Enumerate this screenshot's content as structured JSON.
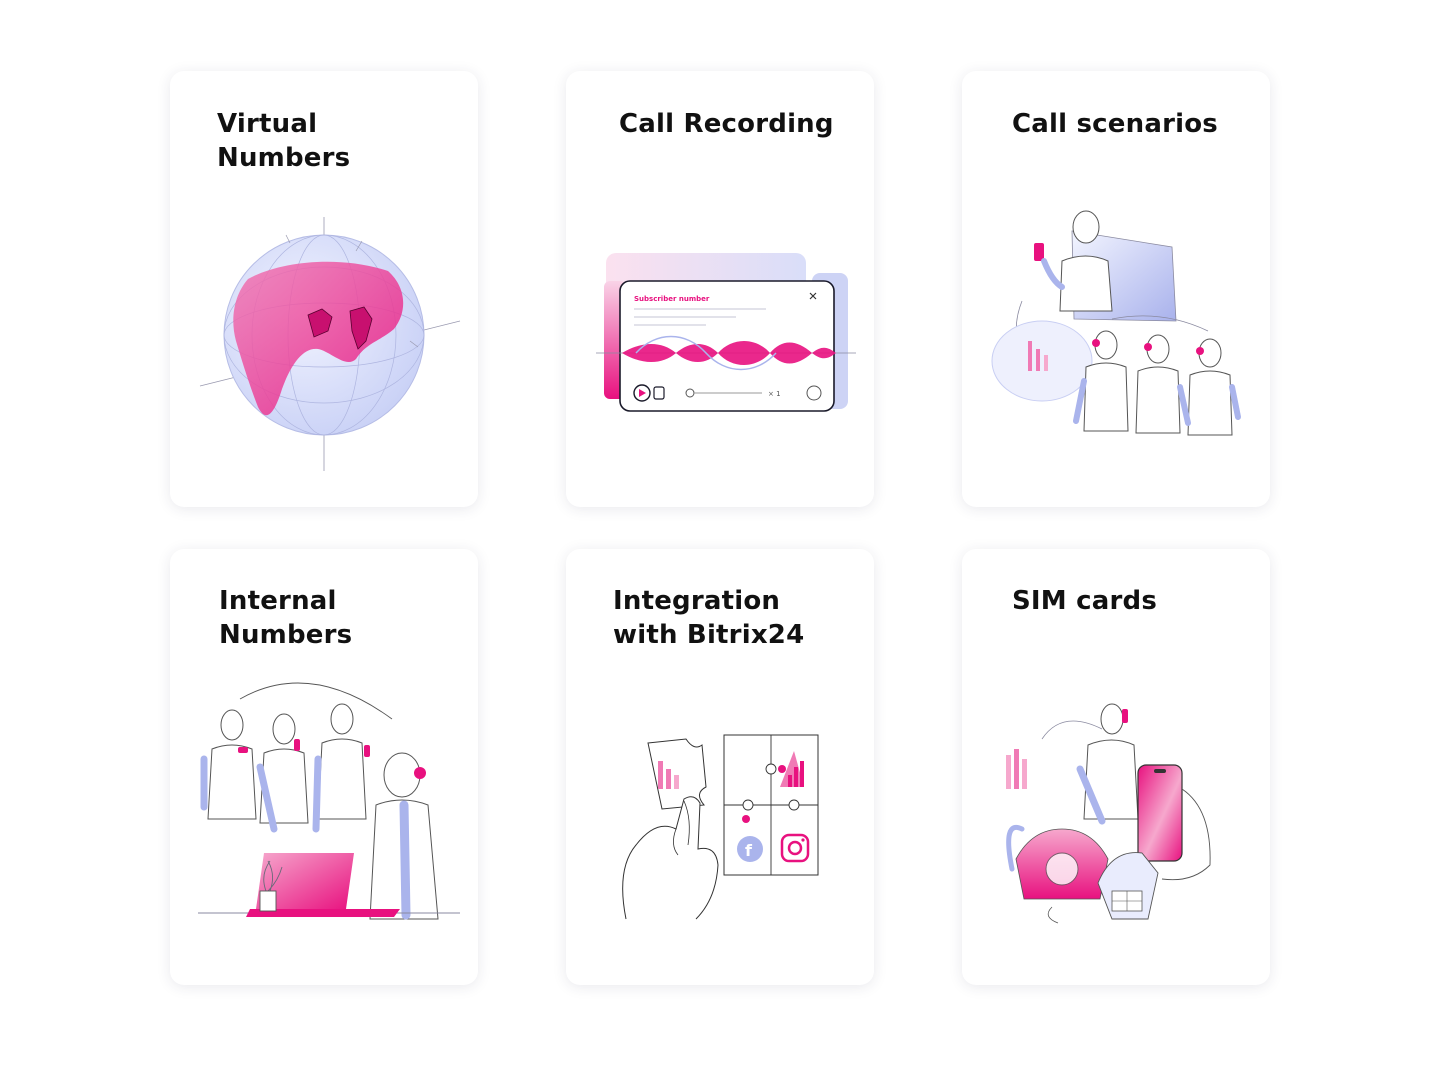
{
  "colors": {
    "accent": "#e8117f",
    "accent_light": "#f6a8cd",
    "lavender": "#aab4ec",
    "lavender_light": "#dfe3fb",
    "line": "#8a8aa0"
  },
  "cards": [
    {
      "title": "Virtual\nNumbers",
      "illustration": "globe-illustration"
    },
    {
      "title": "Call Recording",
      "illustration": "audio-player-illustration",
      "player": {
        "label": "Subscriber number",
        "speed": "× 1"
      }
    },
    {
      "title": "Call scenarios",
      "illustration": "call-routing-illustration"
    },
    {
      "title": "Internal\nNumbers",
      "illustration": "office-team-illustration"
    },
    {
      "title": "Integration\nwith Bitrix24",
      "illustration": "puzzle-integration-illustration"
    },
    {
      "title": "SIM cards",
      "illustration": "phones-illustration"
    }
  ]
}
